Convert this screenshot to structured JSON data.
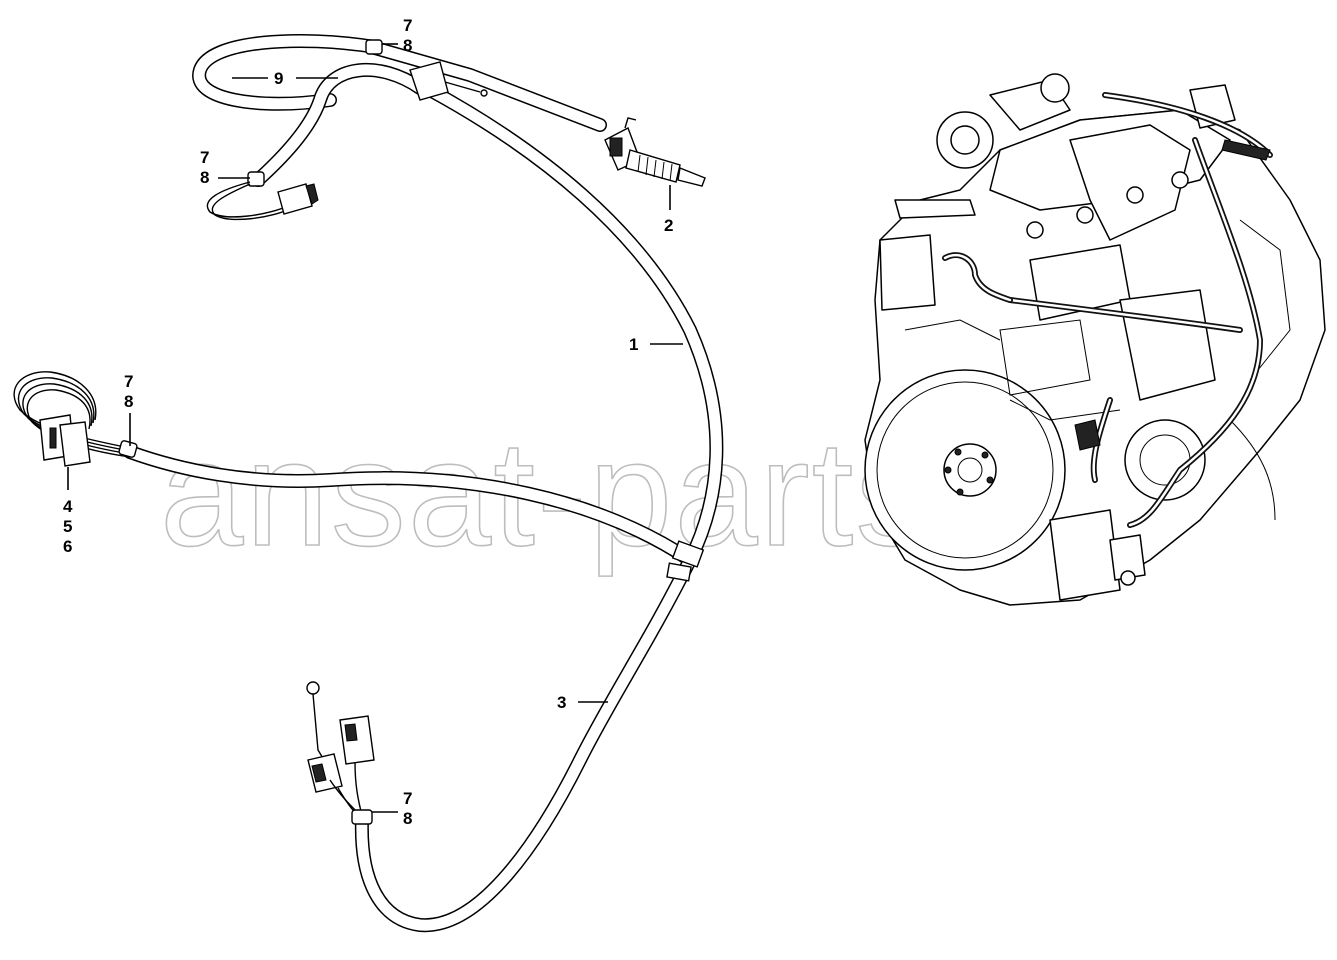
{
  "watermark": {
    "text": "ansat-parts.ru"
  },
  "callouts": {
    "c7_top": "7",
    "c8_top": "8",
    "c9": "9",
    "c7_left": "7",
    "c8_left": "8",
    "c2": "2",
    "c1": "1",
    "c7_mid": "7",
    "c8_mid": "8",
    "c4": "4",
    "c5": "5",
    "c6": "6",
    "c3": "3",
    "c7_bot": "7",
    "c8_bot": "8"
  }
}
